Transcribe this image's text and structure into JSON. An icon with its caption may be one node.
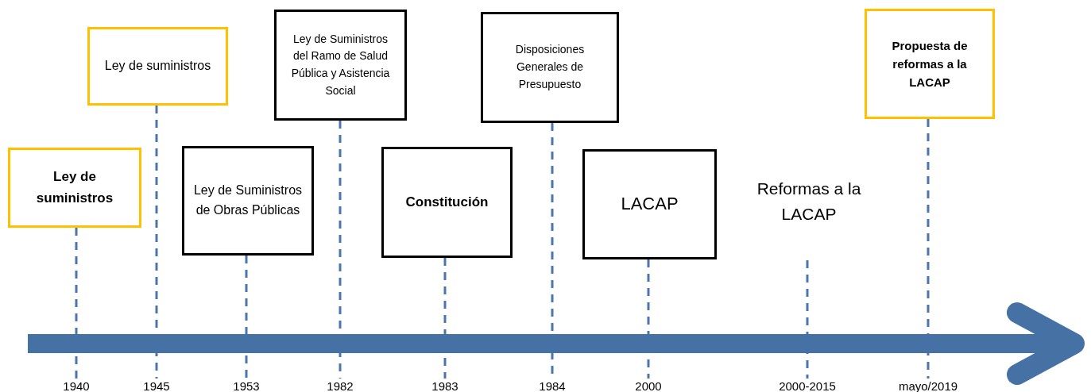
{
  "diagram": {
    "nodes": [
      {
        "text": [
          "Ley de suministros"
        ]
      },
      {
        "text": [
          "Ley de suministros"
        ]
      },
      {
        "text": [
          "Ley de Suministros de Obras Públicas"
        ]
      },
      {
        "text": [
          "Ley de Suministros del Ramo de Salud Pública y Asistencia Social"
        ]
      },
      {
        "text": [
          "Constitución"
        ]
      },
      {
        "text": [
          "Disposiciones Generales de Presupuesto"
        ]
      },
      {
        "text": [
          "LACAP"
        ]
      },
      {
        "text": [
          "Reformas a la LACAP"
        ]
      },
      {
        "text": [
          "Propuesta de reformas a la LACAP"
        ]
      },
      {
        "text": [
          "1940"
        ]
      },
      {
        "text": [
          "1945"
        ]
      },
      {
        "text": [
          "1953"
        ]
      },
      {
        "text": [
          "1982"
        ]
      },
      {
        "text": [
          "1983"
        ]
      },
      {
        "text": [
          "1984"
        ]
      },
      {
        "text": [
          "2000"
        ]
      },
      {
        "text": [
          "2000-2015"
        ]
      },
      {
        "text": [
          "mayo/2019"
        ]
      }
    ],
    "edges": [
      {
        "from": 0,
        "to": 9,
        "arrow": "none",
        "style": "dashed"
      },
      {
        "from": 1,
        "to": 10,
        "arrow": "none",
        "style": "dashed"
      },
      {
        "from": 2,
        "to": 11,
        "arrow": "none",
        "style": "dashed"
      },
      {
        "from": 3,
        "to": 12,
        "arrow": "none",
        "style": "dashed"
      },
      {
        "from": 4,
        "to": 13,
        "arrow": "none",
        "style": "dashed"
      },
      {
        "from": 5,
        "to": 14,
        "arrow": "none",
        "style": "dashed"
      },
      {
        "from": 6,
        "to": 15,
        "arrow": "none",
        "style": "dashed"
      },
      {
        "from": 7,
        "to": 16,
        "arrow": "none",
        "style": "dashed"
      },
      {
        "from": 8,
        "to": 17,
        "arrow": "none",
        "style": "dashed"
      }
    ]
  }
}
